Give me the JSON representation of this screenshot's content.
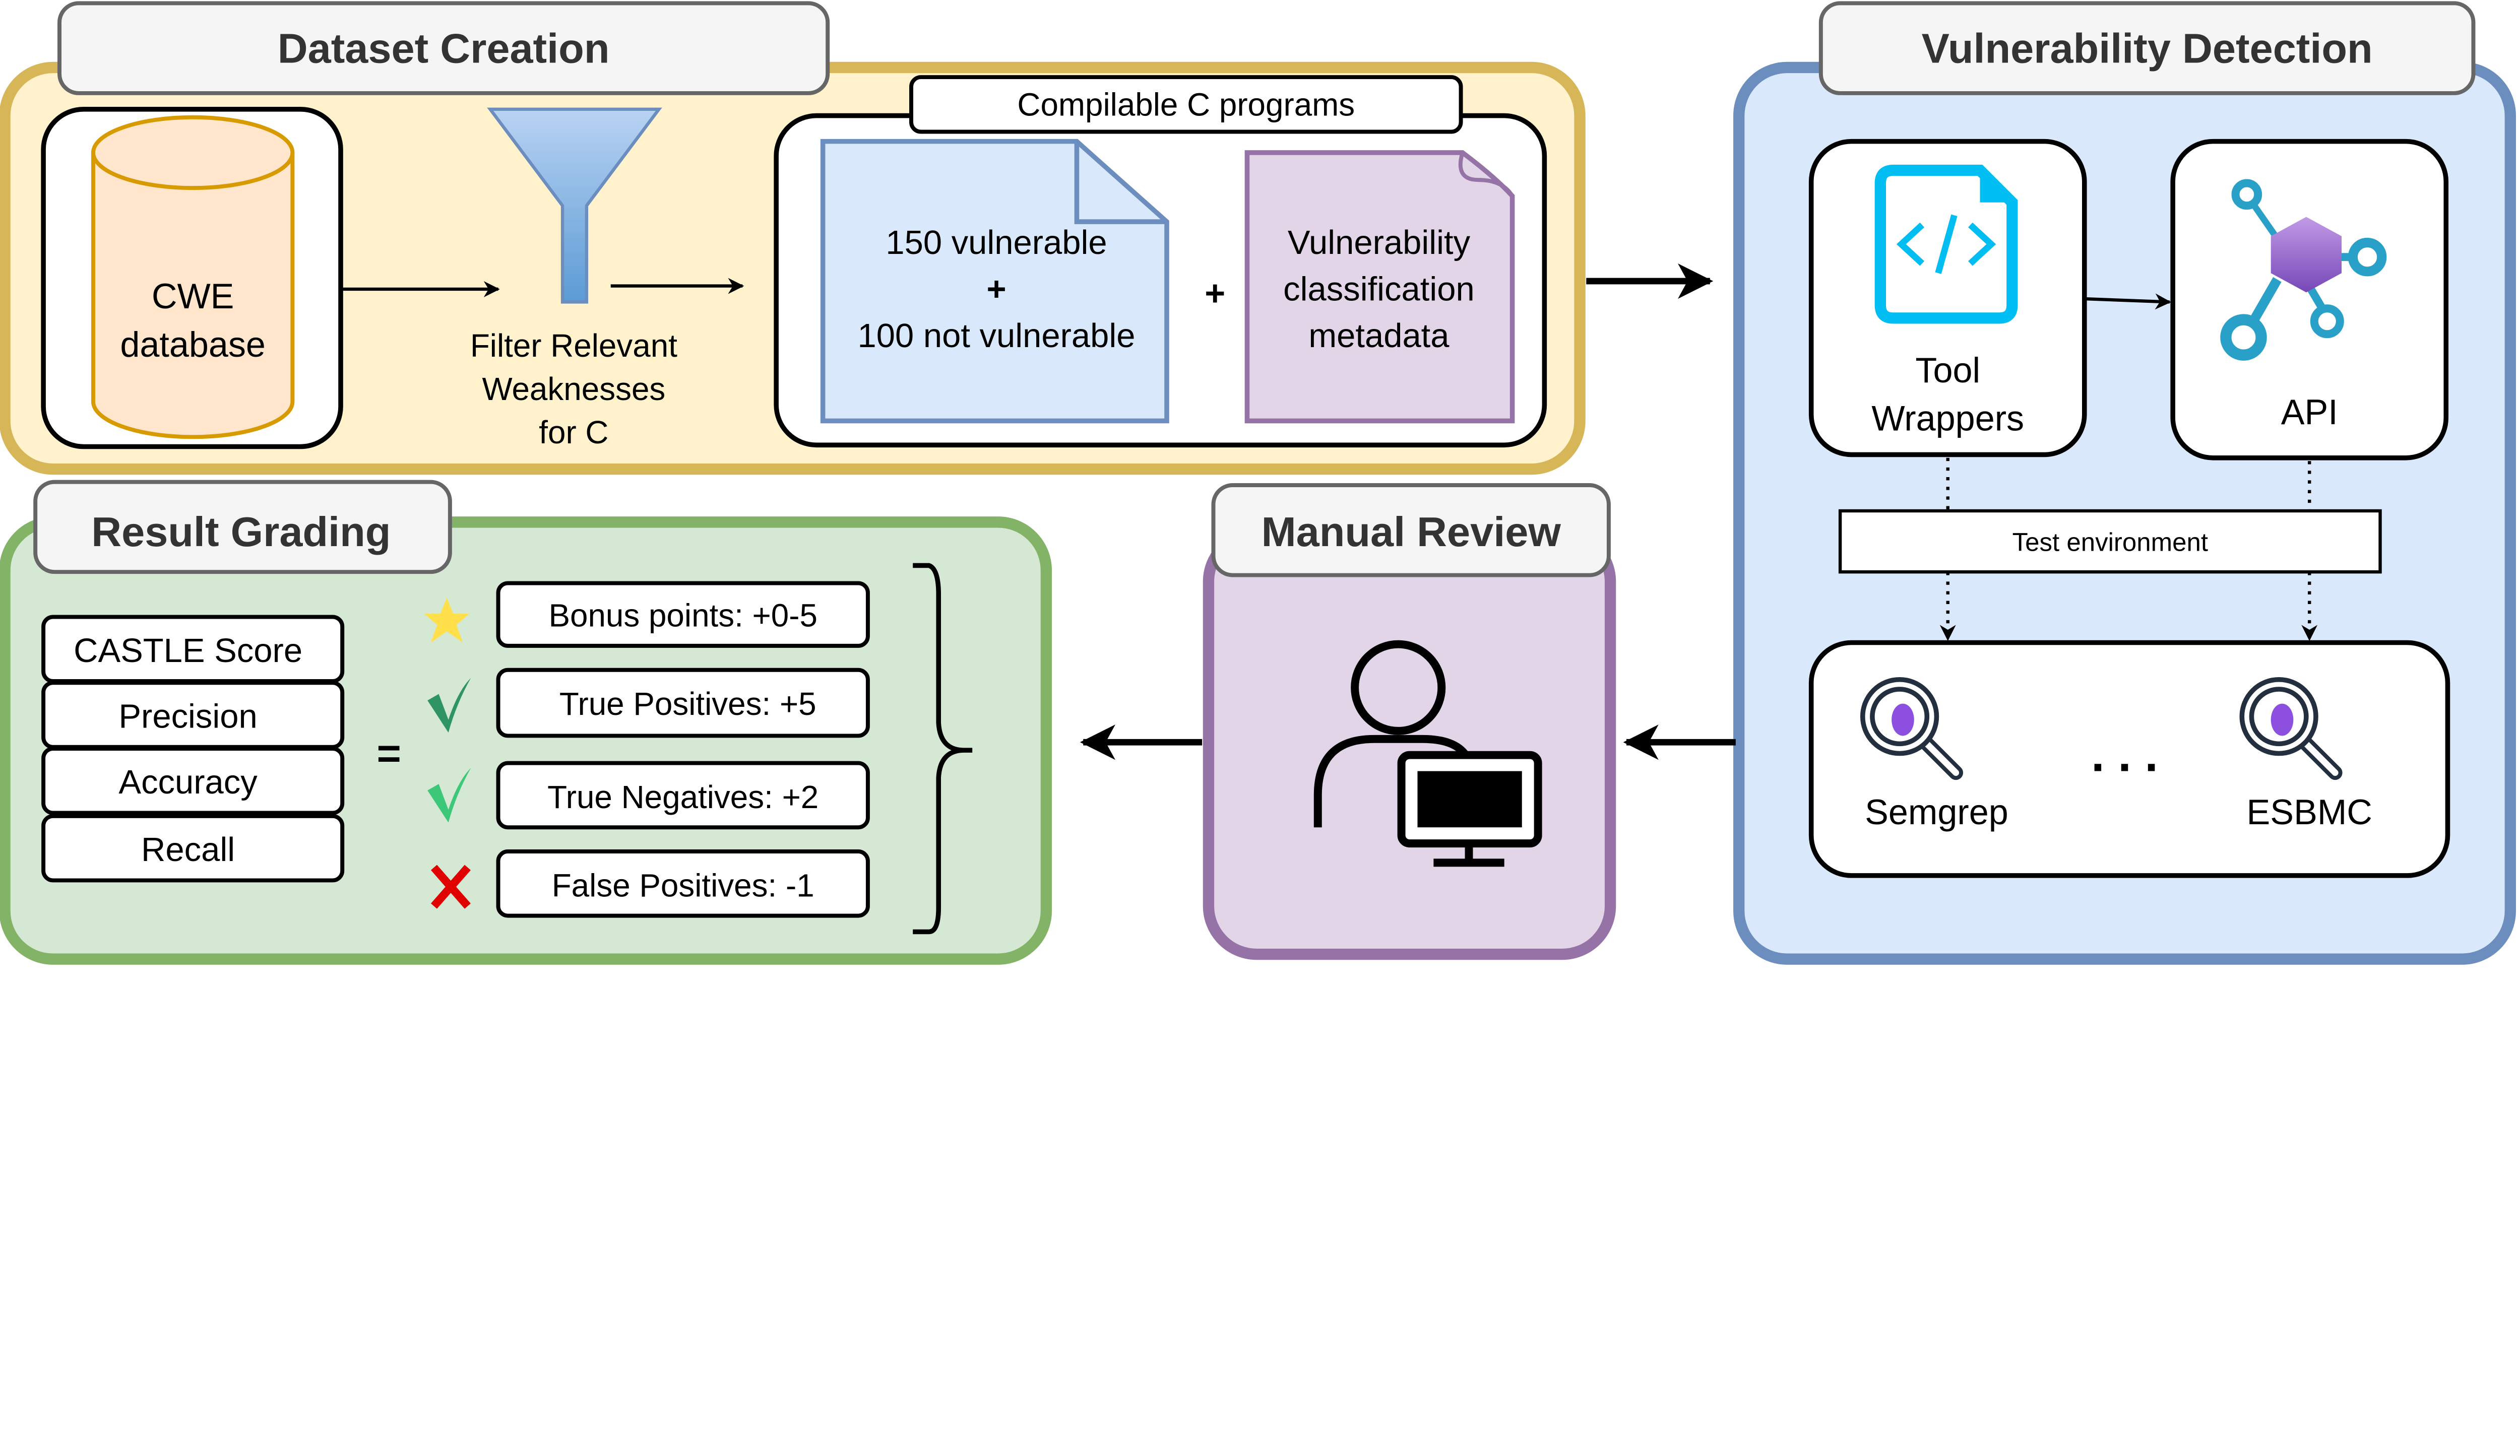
{
  "dataset_creation": {
    "title": "Dataset Creation",
    "cwe_db": {
      "line1": "CWE",
      "line2": "database",
      "icon": "database-cylinder-icon"
    },
    "filter": {
      "line1": "Filter Relevant",
      "line2": "Weaknesses",
      "line3": "for C",
      "icon": "funnel-icon"
    },
    "programs": {
      "label": "Compilable C programs",
      "doc1": {
        "line1": "150 vulnerable",
        "line2": "+",
        "line3": "100 not vulnerable"
      },
      "plus": "+",
      "doc2": {
        "line1": "Vulnerability",
        "line2": "classification",
        "line3": "metadata"
      }
    }
  },
  "vulnerability_detection": {
    "title": "Vulnerability Detection",
    "tool_wrappers": {
      "line1": "Tool",
      "line2": "Wrappers",
      "icon": "code-file-icon"
    },
    "api": {
      "label": "API",
      "icon": "api-hub-icon"
    },
    "test_env": "Test environment",
    "tools": [
      {
        "label": "Semgrep",
        "icon": "bug-search-icon"
      },
      {
        "label": "ESBMC",
        "icon": "bug-search-icon"
      }
    ],
    "ellipsis": ". . ."
  },
  "manual_review": {
    "title": "Manual Review",
    "icon": "person-computer-icon"
  },
  "result_grading": {
    "title": "Result Grading",
    "metrics": [
      "CASTLE Score",
      "Precision",
      "Accuracy",
      "Recall"
    ],
    "equals": "=",
    "scores": [
      {
        "label": "Bonus points: +0-5",
        "icon": "star-icon",
        "color": "#ffe04a"
      },
      {
        "label": "True Positives: +5",
        "icon": "check-icon",
        "color": "#2e9461"
      },
      {
        "label": "True Negatives: +2",
        "icon": "check-icon",
        "color": "#3cc878"
      },
      {
        "label": "False Positives: -1",
        "icon": "cross-icon",
        "color": "#e00000"
      }
    ]
  },
  "colors": {
    "dataset_fill": "#fff2cc",
    "dataset_stroke": "#d6b656",
    "detection_fill": "#dae8fc",
    "detection_stroke": "#6c8ebf",
    "review_fill": "#e1d5e7",
    "review_stroke": "#9673a6",
    "grading_fill": "#d5e8d4",
    "grading_stroke": "#82b366"
  }
}
